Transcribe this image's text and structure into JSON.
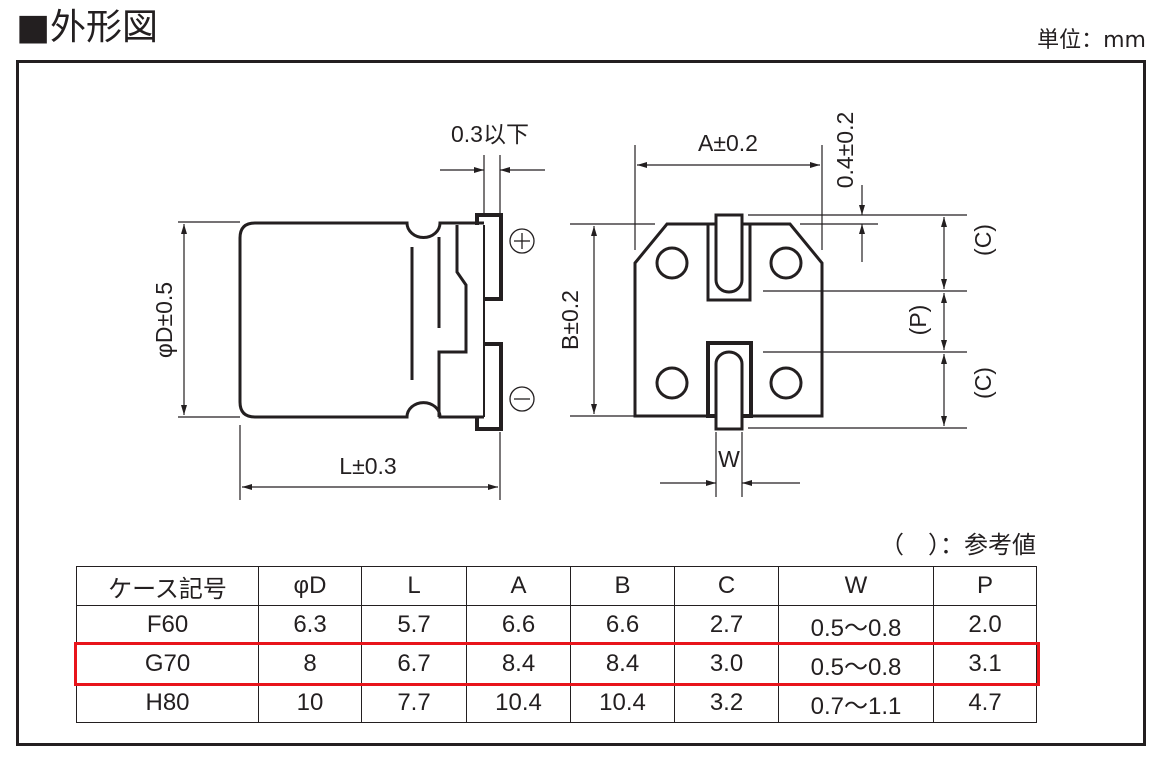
{
  "header": {
    "title": "■外形図",
    "unit": "単位：mm"
  },
  "drawing": {
    "dim_phiD": "φD±0.5",
    "dim_L": "L±0.3",
    "dim_lead_max": "0.3以下",
    "dim_A": "A±0.2",
    "dim_B": "B±0.2",
    "dim_04": "0.4±0.2",
    "dim_C_top": "(C)",
    "dim_P": "(P)",
    "dim_C_bottom": "(C)",
    "dim_W": "W",
    "plus_symbol": "+",
    "minus_symbol": "−"
  },
  "note": "（　）：参考値",
  "table": {
    "headers": [
      "ケース記号",
      "φD",
      "L",
      "A",
      "B",
      "C",
      "W",
      "P"
    ],
    "rows": [
      [
        "F60",
        "6.3",
        "5.7",
        "6.6",
        "6.6",
        "2.7",
        "0.5～0.8",
        "2.0"
      ],
      [
        "G70",
        "8",
        "6.7",
        "8.4",
        "8.4",
        "3.0",
        "0.5～0.8",
        "3.1"
      ],
      [
        "H80",
        "10",
        "7.7",
        "10.4",
        "10.4",
        "3.2",
        "0.7～1.1",
        "4.7"
      ]
    ],
    "highlighted_row": "G70",
    "highlight_color": "#e8141b"
  }
}
